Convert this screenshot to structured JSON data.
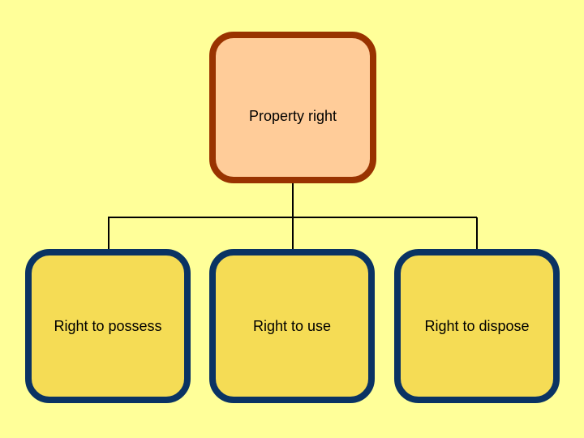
{
  "diagram": {
    "root": {
      "label": "Property right"
    },
    "children": [
      {
        "label": "Right to possess"
      },
      {
        "label": "Right to use"
      },
      {
        "label": "Right to dispose"
      }
    ]
  },
  "colors": {
    "background": "#ffff99",
    "root_fill": "#ffcc99",
    "root_border": "#993300",
    "child_fill": "#f5dc55",
    "child_border": "#0a3363",
    "connector": "#000000"
  }
}
